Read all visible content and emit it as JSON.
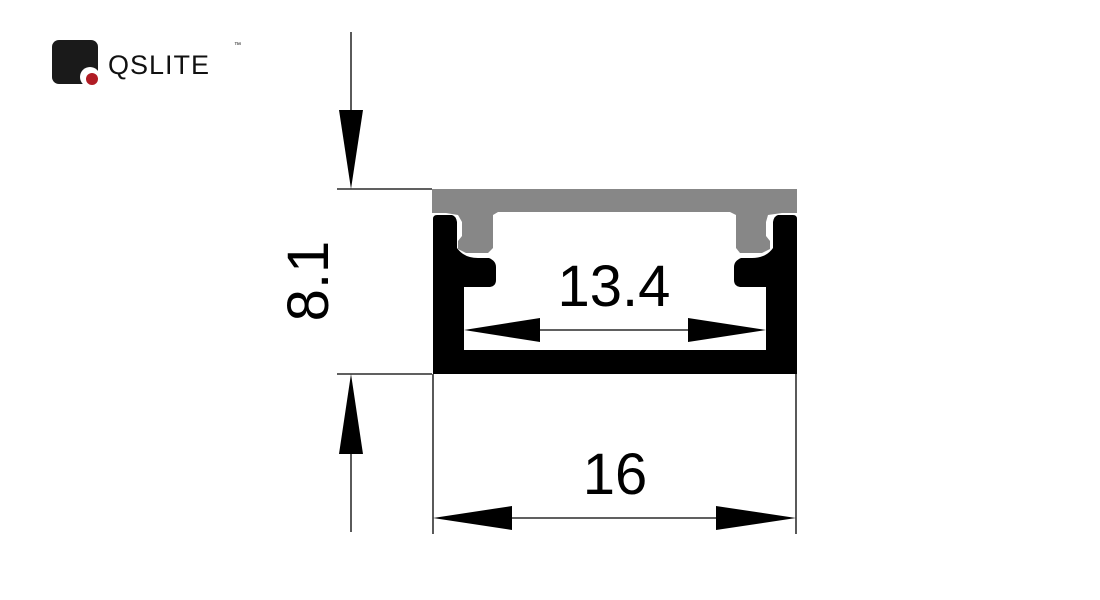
{
  "brand": {
    "name": "QSLITE",
    "trademark": "™",
    "colors": {
      "mark": "#1a1a1a",
      "dot": "#b01c24"
    }
  },
  "drawing": {
    "profile": "led-aluminum-profile-cross-section",
    "colors": {
      "profile": "#000000",
      "diffuser": "#878787",
      "line": "#000000"
    },
    "dimensions": {
      "height": "8.1",
      "inner_width": "13.4",
      "outer_width": "16"
    }
  }
}
